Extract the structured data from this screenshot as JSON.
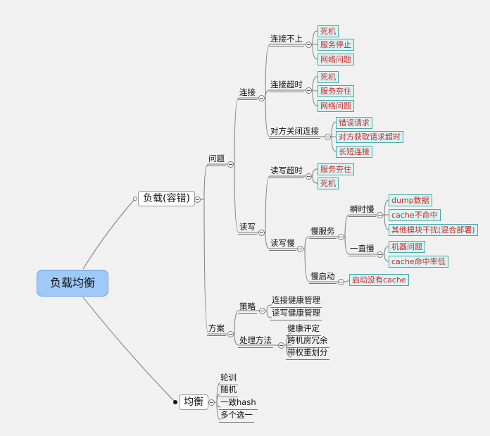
{
  "nodes": {
    "root": "负载均衡",
    "fuzai": "负载(容错)",
    "junheng": "均衡",
    "wenti": "问题",
    "fangan": "方案",
    "lianjie": "连接",
    "duxie": "读写",
    "ljbs": "连接不上",
    "ljcs": "连接超时",
    "dfgb": "对方关闭连接",
    "dxcs": "读写超时",
    "dxm": "读写慢",
    "mfw": "慢服务",
    "mqd": "慢启动",
    "ssm": "瞬时慢",
    "yzm": "一直慢",
    "celue": "策略",
    "clff": "处理方法",
    "ljjk": "连接健康管理",
    "dxjk": "读写健康管理",
    "jkpd": "健康评定",
    "kjfry": "跨机房冗余",
    "dqchf": "带权重划分",
    "lunxun": "轮训",
    "suiji": "随机",
    "yzhash": "一致hash",
    "dgxy": "多个选一"
  },
  "leaves": {
    "l1": "死机",
    "l2": "服务停止",
    "l3": "网络问题",
    "l4": "死机",
    "l5": "服务夯住",
    "l6": "网络问题",
    "l7": "错误请求",
    "l8": "对方获取请求超时",
    "l9": "长短连接",
    "l10": "服务夯住",
    "l11": "死机",
    "l12": "dump数据",
    "l13": "cache不命中",
    "l14": "其他模块干扰(混合部署)",
    "l15": "机器问题",
    "l16": "cache命中率低",
    "l17": "启动没有cache"
  },
  "colors": {
    "root_fill": "#9ec9f8",
    "leaf_fill": "#d8f4f4",
    "leaf_text": "#d32424",
    "leaf_border": "#46a8a8"
  }
}
